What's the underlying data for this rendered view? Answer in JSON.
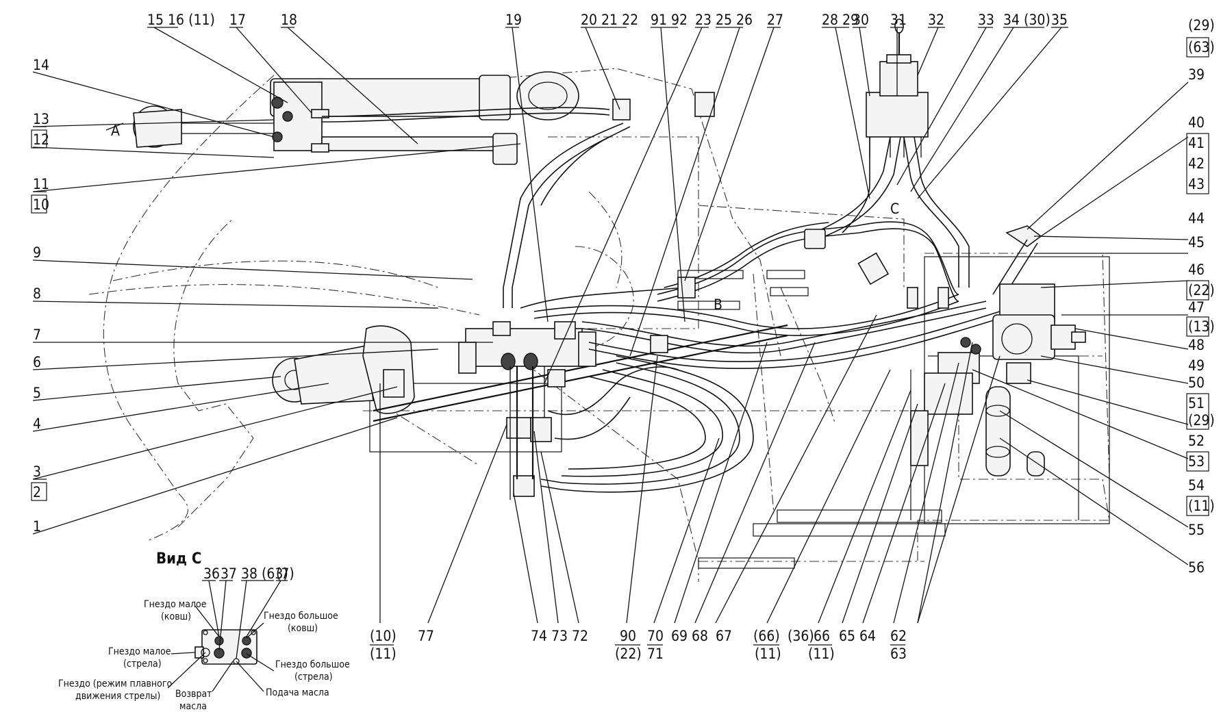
{
  "view_title": "Вид С",
  "view_marks": [
    "А",
    "В",
    "С"
  ],
  "callouts_top": [
    "15 16 (11)",
    "17",
    "18",
    "19",
    "20 21 22",
    "91 92",
    "23",
    "25 26",
    "27",
    "28 29",
    "30",
    "31",
    "32",
    "33",
    "34 (30)",
    "35"
  ],
  "callouts_left": [
    "14",
    "13",
    "12",
    "11",
    "10",
    "9",
    "8",
    "7",
    "6",
    "5",
    "4",
    "3",
    "2",
    "1"
  ],
  "callouts_right": [
    "(29)",
    "(63)",
    "39",
    "40",
    "41",
    "42",
    "43",
    "44",
    "45",
    "46",
    "(22)",
    "47",
    "(13)",
    "48",
    "49",
    "50",
    "51",
    "(29)",
    "52",
    "53",
    "54",
    "(11)",
    "55",
    "56"
  ],
  "callouts_bottom": [
    "(10)",
    "(11)",
    "77",
    "74",
    "73",
    "72",
    "90",
    "(22)",
    "70",
    "71",
    "69",
    "68",
    "67",
    "(66)",
    "(11)",
    "(36)",
    "66",
    "(11)",
    "65",
    "64",
    "62",
    "63"
  ],
  "view_c": {
    "callouts": [
      "36",
      "37",
      "38 (63)",
      "(7)"
    ],
    "labels": {
      "small_bucket": [
        "Гнездо малое",
        "(ковш)"
      ],
      "large_bucket": [
        "Гнездо большое",
        "(ковш)"
      ],
      "small_boom": [
        "Гнездо малое",
        "(стрела)"
      ],
      "large_boom": [
        "Гнездо большое",
        "(стрела)"
      ],
      "float_mode": [
        "Гнездо (режим плавного",
        "движения стрелы)"
      ],
      "oil_return": [
        "Возврат",
        "масла"
      ],
      "oil_supply": "Подача масла"
    }
  }
}
